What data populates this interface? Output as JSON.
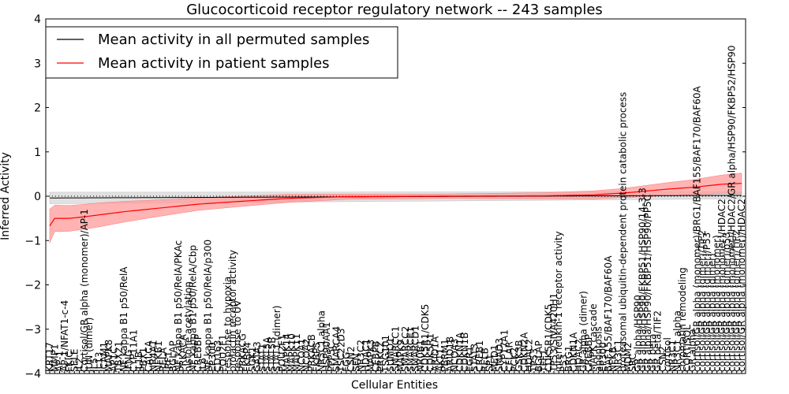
{
  "chart_data": {
    "type": "line",
    "title": "Glucocorticoid receptor regulatory network -- 243 samples",
    "xlabel": "Cellular Entities",
    "ylabel": "Inferred Activity",
    "ylim": [
      -4,
      4
    ],
    "yticks": [
      -4,
      -3,
      -2,
      -1,
      0,
      1,
      2,
      3,
      4
    ],
    "grid": false,
    "legend_position": "top-left",
    "colors": {
      "patient": "#ff0000",
      "patient_band": "#ff9999",
      "permuted": "#000000",
      "permuted_band": "#d9d9d9"
    },
    "categories": [
      "KRT17",
      "MMP1",
      "AP-1",
      "AP-1/NFAT1-c-4",
      "FKIC",
      "SELE",
      "IL2",
      "Cortisol/GR alpha (monomer)/AP-1",
      "JUN (dimer)",
      "IL5",
      "IL13",
      "ICAM1",
      "MAPK8",
      "AP1C",
      "TBX21",
      "NF kappa B1 p50/RelA",
      "IFNG",
      "CYP11A1",
      "IL1B",
      "PBX1",
      "CALCA",
      "NR4A1",
      "NFKB1",
      "RELA",
      "IRF1",
      "BGLAP",
      "NF kappa B1 p50/RelA/PKAc",
      "PRKACA",
      "histone acetylation",
      "NF kappa B1 p50/RelA/Cbp",
      "CREBBP",
      "IL6",
      "NF kappa B1 p50/RelA/p300",
      "EP300",
      "CD163",
      "POU2F1",
      "response to hypoxia",
      "prolactin receptor activity",
      "response to UV",
      "PRKACG",
      "FKBP4",
      "SGK1",
      "GATA3",
      "STAT1",
      "STAT5A",
      "STAT5B",
      "STAT1 (dimer)",
      "POU2F1",
      "MAPK14",
      "MAPK10",
      "MAPK11",
      "NCOA1",
      "NCOA2",
      "PRKACB",
      "FKBP5",
      "NR3C1 alpha",
      "HSP90AA1",
      "PPP5C",
      "SMARCA4",
      "TSC22D3",
      "FGG",
      "CSN2",
      "SFN",
      "NR3C2",
      "HDAC1",
      "MAPK3",
      "CEBPB",
      "PRKCZ",
      "TSG101",
      "SUMO1",
      "SMARCC1",
      "MAPK9",
      "SMARCC2",
      "SMARCE1",
      "SMARCD1",
      "NR0B1",
      "CDK5R1/CDK5",
      "CDK5R1",
      "ARID1A",
      "AKT1",
      "PBRM1",
      "ARID1B",
      "NCOA3",
      "CDKN1A",
      "CDKN1B",
      "EGR1",
      "STAT3",
      "CREB1",
      "RELB",
      "SP1",
      "MED1",
      "SMAD3",
      "CYP17A1",
      "CFLAR",
      "PCK2",
      "GSK3B",
      "CDKN2A",
      "HDAC2",
      "TP53",
      "BGLAP",
      "TFF1",
      "CDK5R1/CDK5",
      "TP53/SIVA420H1",
      "interleukin-1 receptor activity",
      "P53",
      "BRG1",
      "CDKN1A",
      "HDAC2",
      "GR alpha (dimer)",
      "CREBBP",
      "MAPK cascade",
      "apoptosis",
      "EP300",
      "BAF155/BAF170/BAF60A",
      "NFKB",
      "NR3C1",
      "proteasomal ubiquitin-dependent protein catabolic process",
      "MDM2",
      "SRC",
      "GR alpha/HSP90",
      "GR alpha/HSP90/FKBP51/HSP90/14-3-3",
      "GR alpha/HSP90/FKBP51/HSP90/PP5C",
      "GR beta",
      "GR beta/TIF2",
      "CSN2",
      "cortisol",
      "NR3C1",
      "NR3C1 alpha",
      "chromatin remodeling",
      "CORTISOL",
      "GR alpha",
      "cortisol/GR alpha (monomer)/BRG1/BAF155/BAF170/BAF60A",
      "cortisol/GR alpha (dimer)/TIF2",
      "cortisol/GR alpha (dimer)/P53",
      "cortisol/GR alpha (dimer)",
      "cortisol/GR alpha (monomer)",
      "cortisol/GR alpha (monomer)/HDAC2",
      "cortisol/GR alpha (dimer)/p53",
      "cortisol/GR alpha (monomer)/HDAC2/GR alpha/HSP90/FKBP52/HSP90",
      "cortisol/GR alpha (dimer)/TIF2",
      "cortisol/GR alpha (monomer)/HDAC2"
    ],
    "series": [
      {
        "name": "Mean activity in all permuted samples",
        "values_desc": "flat around -0.03 across all entities, rising to about 0.03 at the right end",
        "mean_start": -0.04,
        "mean_end": 0.02,
        "band_halfwidth": [
          0.13,
          0.08
        ]
      },
      {
        "name": "Mean activity in patient samples",
        "anchors": [
          [
            0,
            -0.67
          ],
          [
            1,
            -0.5
          ],
          [
            4,
            -0.5
          ],
          [
            8,
            -0.45
          ],
          [
            15,
            -0.35
          ],
          [
            22,
            -0.27
          ],
          [
            30,
            -0.18
          ],
          [
            38,
            -0.12
          ],
          [
            48,
            -0.05
          ],
          [
            60,
            -0.01
          ],
          [
            80,
            0.0
          ],
          [
            100,
            0.01
          ],
          [
            110,
            0.03
          ],
          [
            117,
            0.08
          ],
          [
            125,
            0.16
          ],
          [
            130,
            0.2
          ],
          [
            136,
            0.27
          ],
          [
            140,
            0.29
          ],
          [
            143,
            0.31
          ]
        ],
        "band_anchors": [
          [
            0,
            0.38
          ],
          [
            1,
            0.3
          ],
          [
            10,
            0.27
          ],
          [
            20,
            0.2
          ],
          [
            30,
            0.14
          ],
          [
            45,
            0.1
          ],
          [
            60,
            0.06
          ],
          [
            80,
            0.05
          ],
          [
            100,
            0.07
          ],
          [
            115,
            0.1
          ],
          [
            130,
            0.17
          ],
          [
            143,
            0.25
          ]
        ]
      }
    ]
  }
}
